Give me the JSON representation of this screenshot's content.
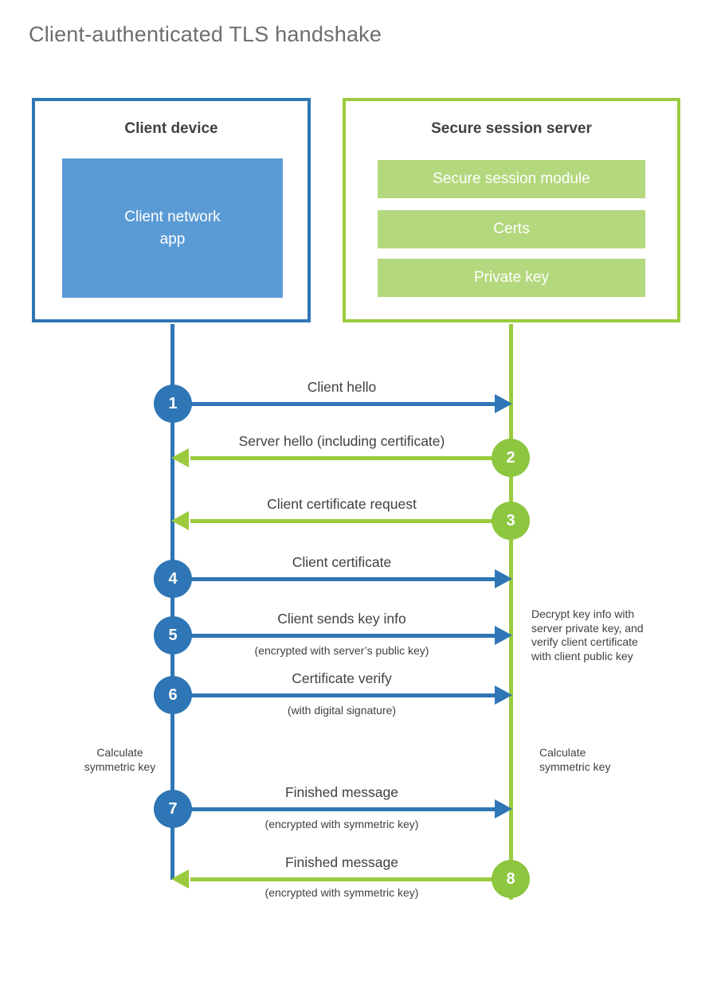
{
  "title": "Client-authenticated TLS handshake",
  "client": {
    "title": "Client device",
    "app_label": "Client network\napp"
  },
  "server": {
    "title": "Secure session server",
    "modules": [
      "Secure session module",
      "Certs",
      "Private key"
    ]
  },
  "steps": [
    {
      "num": "1",
      "label": "Client hello"
    },
    {
      "num": "2",
      "label": "Server hello (including certificate)"
    },
    {
      "num": "3",
      "label": "Client certificate request"
    },
    {
      "num": "4",
      "label": "Client certificate"
    },
    {
      "num": "5",
      "label": "Client sends key info",
      "sub": "(encrypted with server’s public key)"
    },
    {
      "num": "6",
      "label": "Certificate verify",
      "sub": "(with digital signature)"
    },
    {
      "num": "7",
      "label": "Finished message",
      "sub": "(encrypted with symmetric key)"
    },
    {
      "num": "8",
      "label": "Finished message",
      "sub": "(encrypted with symmetric key)"
    }
  ],
  "notes": {
    "decrypt": "Decrypt key info with\nserver private key, and\nverify client certificate\nwith client public key",
    "calc_left": "Calculate\nsymmetric key",
    "calc_right": "Calculate\nsymmetric key"
  },
  "colors": {
    "blue": "#2E76B5",
    "blue_fill": "#5B9BD5",
    "green": "#9BCB3D",
    "green_circle": "#8DC63F",
    "green_fill": "#B4D87D",
    "text_dark": "#414042",
    "title_gray": "#6D6E70"
  }
}
